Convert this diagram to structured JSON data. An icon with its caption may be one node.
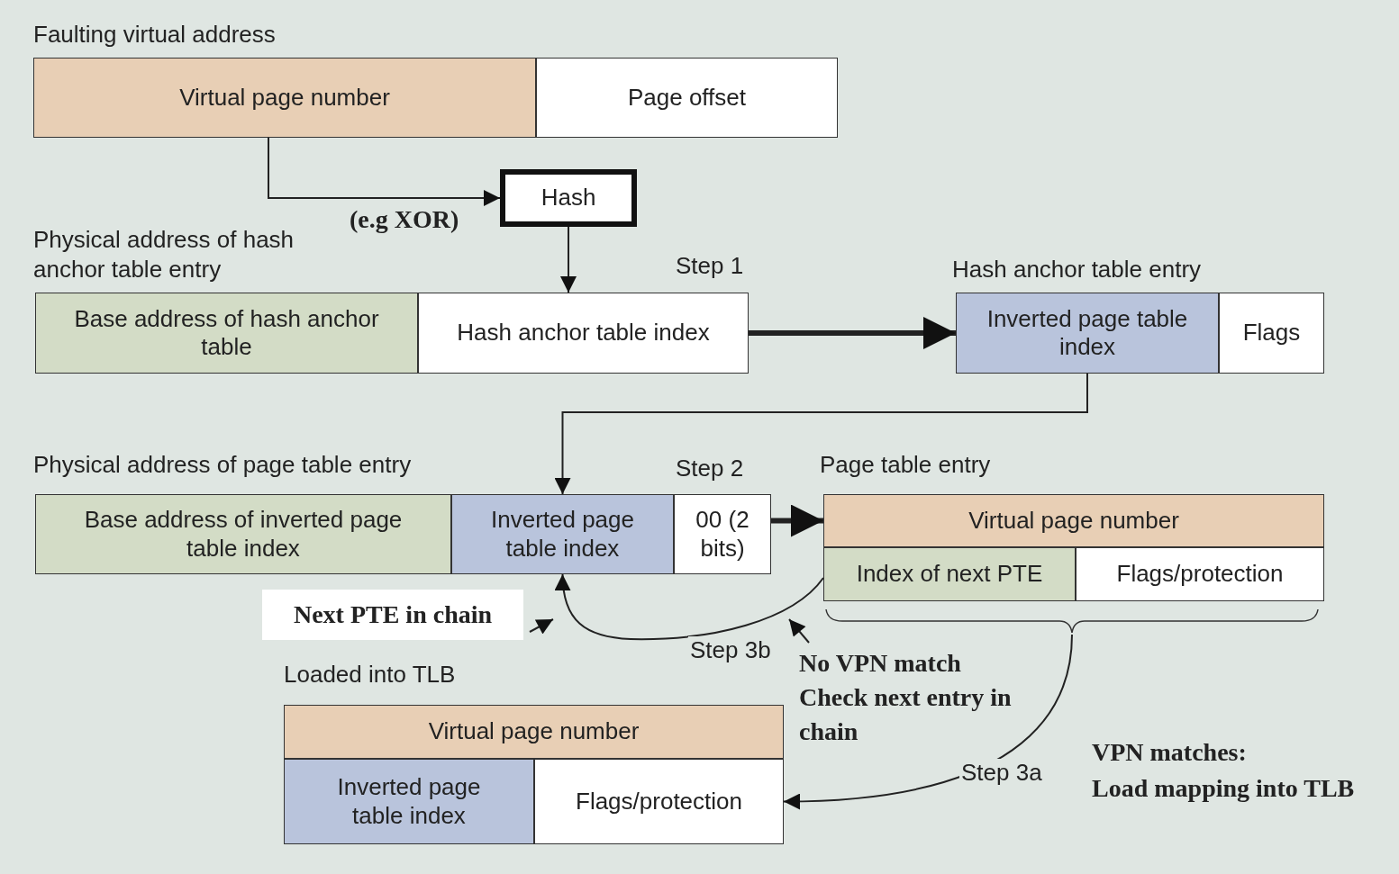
{
  "diagram": {
    "nodes": [
      {
        "text": [
          "Faulting virtual address"
        ]
      },
      {
        "text": [
          "Virtual page number"
        ],
        "in": 0
      },
      {
        "text": [
          "Page offset"
        ],
        "in": 0
      },
      {
        "text": [
          "Hash"
        ],
        "beside": [
          "(e.g XOR)"
        ]
      },
      {
        "text": [
          "Physical address of hash anchor table entry"
        ]
      },
      {
        "text": [
          "Base address of hash anchor table"
        ],
        "in": 4
      },
      {
        "text": [
          "Hash anchor table index"
        ],
        "in": 4
      },
      {
        "text": [
          "Hash anchor table entry"
        ]
      },
      {
        "text": [
          "Inverted page table index"
        ],
        "in": 7
      },
      {
        "text": [
          "Flags"
        ],
        "in": 7
      },
      {
        "text": [
          "Physical address of page table entry"
        ]
      },
      {
        "text": [
          "Base address of inverted page table index"
        ],
        "in": 10
      },
      {
        "text": [
          "Inverted page table index"
        ],
        "in": 10
      },
      {
        "text": [
          "00 (2 bits)"
        ],
        "in": 10
      },
      {
        "text": [
          "Page table entry"
        ]
      },
      {
        "text": [
          "Virtual page number"
        ],
        "in": 14
      },
      {
        "text": [
          "Index of next PTE"
        ],
        "in": 14
      },
      {
        "text": [
          "Flags/protection"
        ],
        "in": 14
      },
      {
        "text": [
          "Loaded into TLB"
        ]
      },
      {
        "text": [
          "Virtual page number"
        ],
        "in": 18
      },
      {
        "text": [
          "Inverted page table index"
        ],
        "in": 18
      },
      {
        "text": [
          "Flags/protection"
        ],
        "in": 18
      },
      {
        "text": [
          "Next PTE in chain"
        ]
      },
      {
        "text": [
          "No VPN match",
          "Check next entry in chain"
        ]
      }
    ],
    "edges": [
      {
        "from": 1,
        "to": 3,
        "arrow": "to"
      },
      {
        "from": 3,
        "to": 6,
        "arrow": "to"
      },
      {
        "from": 6,
        "to": 8,
        "arrow": "to",
        "label": "Step 1",
        "style": "thick"
      },
      {
        "from": 8,
        "to": 12,
        "arrow": "to"
      },
      {
        "from": 13,
        "to": 15,
        "arrow": "to",
        "label": "Step 2",
        "style": "thick"
      },
      {
        "from": 16,
        "to": 12,
        "arrow": "to",
        "label": "Step 3b"
      },
      {
        "from": 14,
        "to": 21,
        "arrow": "to",
        "label": "Step 3a"
      },
      {
        "from": 22,
        "to": null,
        "arrow": "to"
      },
      {
        "from": 23,
        "to": null,
        "arrow": "to"
      }
    ],
    "labels": [
      "VPN matches:",
      "Load mapping into TLB"
    ]
  }
}
